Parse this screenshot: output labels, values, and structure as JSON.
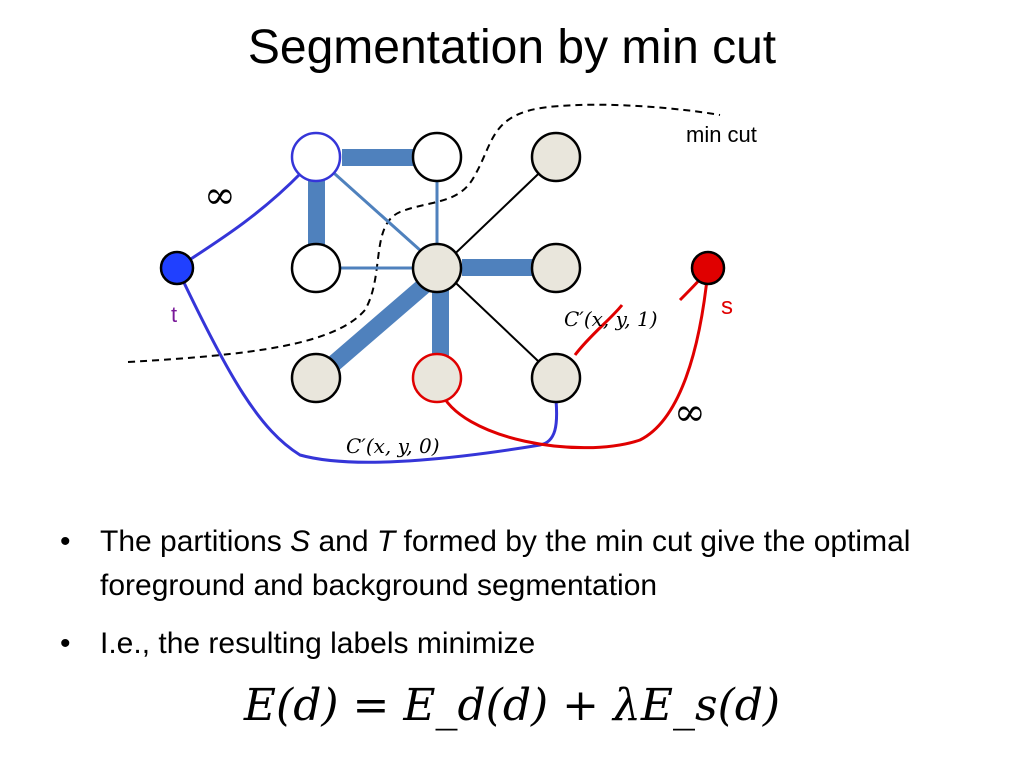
{
  "slide": {
    "title": "Segmentation by min cut"
  },
  "diagram": {
    "labels": {
      "min_cut": "min cut",
      "t": "t",
      "s": "s",
      "infinity_left": "∞",
      "infinity_right": "∞",
      "cost_label_1": "C′(x, y, 1)",
      "cost_label_0": "C′(x, y, 0)"
    },
    "colors": {
      "source_node": "#e00000",
      "sink_node": "#2040ff",
      "red_edge": "#e00000",
      "blue_edge": "#3535d8",
      "thick_edge": "#4f81bd",
      "node_fill": "#e9e6dc",
      "node_stroke": "#000000"
    }
  },
  "bullets": {
    "item1": {
      "pre": "The partitions ",
      "s": "S",
      "mid": " and ",
      "t": "T",
      "post": " formed by the min cut give the optimal foreground and background segmentation"
    },
    "item2": "I.e., the resulting labels minimize",
    "marker": "•"
  },
  "equation": {
    "text": "E(d) = E_d(d) + λE_s(d)"
  }
}
